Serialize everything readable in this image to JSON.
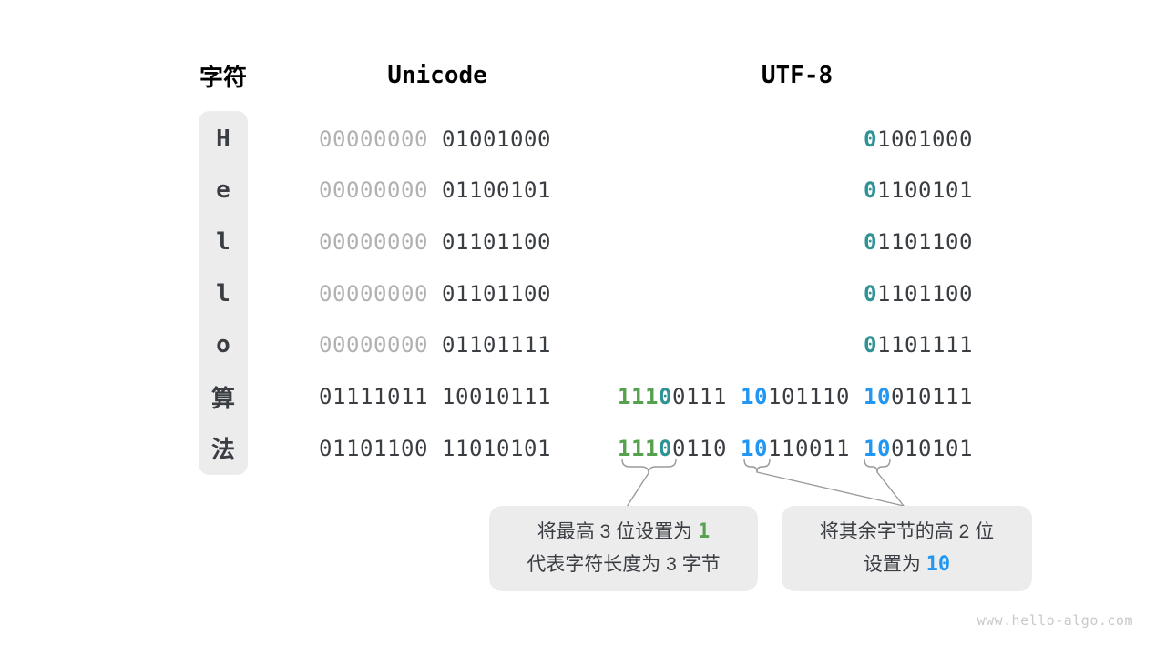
{
  "colors": {
    "dark": "#3a3d42",
    "gray": "#b1b1b1",
    "green": "#55a14e",
    "teal": "#2f9294",
    "blue": "#2196f3",
    "box_bg": "#ececec",
    "line": "#9a9a9a",
    "watermark": "#c9c9c9"
  },
  "header": {
    "char": "字符",
    "unicode": "Unicode",
    "utf8": "UTF-8"
  },
  "rows": [
    {
      "char": "H",
      "unicode": [
        {
          "t": "00000000",
          "c": "gray"
        },
        {
          "t": " 01001000",
          "c": "dark"
        }
      ],
      "utf8": [
        {
          "t": "0",
          "c": "teal"
        },
        {
          "t": "1001000",
          "c": "dark"
        }
      ]
    },
    {
      "char": "e",
      "unicode": [
        {
          "t": "00000000",
          "c": "gray"
        },
        {
          "t": " 01100101",
          "c": "dark"
        }
      ],
      "utf8": [
        {
          "t": "0",
          "c": "teal"
        },
        {
          "t": "1100101",
          "c": "dark"
        }
      ]
    },
    {
      "char": "l",
      "unicode": [
        {
          "t": "00000000",
          "c": "gray"
        },
        {
          "t": " 01101100",
          "c": "dark"
        }
      ],
      "utf8": [
        {
          "t": "0",
          "c": "teal"
        },
        {
          "t": "1101100",
          "c": "dark"
        }
      ]
    },
    {
      "char": "l",
      "unicode": [
        {
          "t": "00000000",
          "c": "gray"
        },
        {
          "t": " 01101100",
          "c": "dark"
        }
      ],
      "utf8": [
        {
          "t": "0",
          "c": "teal"
        },
        {
          "t": "1101100",
          "c": "dark"
        }
      ]
    },
    {
      "char": "o",
      "unicode": [
        {
          "t": "00000000",
          "c": "gray"
        },
        {
          "t": " 01101111",
          "c": "dark"
        }
      ],
      "utf8": [
        {
          "t": "0",
          "c": "teal"
        },
        {
          "t": "1101111",
          "c": "dark"
        }
      ]
    },
    {
      "char": "算",
      "unicode": [
        {
          "t": "01111011 10010111",
          "c": "dark"
        }
      ],
      "utf8": [
        {
          "t": "111",
          "c": "green"
        },
        {
          "t": "0",
          "c": "teal"
        },
        {
          "t": "0111 ",
          "c": "dark"
        },
        {
          "t": "10",
          "c": "blue"
        },
        {
          "t": "101110 ",
          "c": "dark"
        },
        {
          "t": "10",
          "c": "blue"
        },
        {
          "t": "010111",
          "c": "dark"
        }
      ]
    },
    {
      "char": "法",
      "unicode": [
        {
          "t": "01101100 11010101",
          "c": "dark"
        }
      ],
      "utf8": [
        {
          "t": "111",
          "c": "green"
        },
        {
          "t": "0",
          "c": "teal"
        },
        {
          "t": "0110 ",
          "c": "dark"
        },
        {
          "t": "10",
          "c": "blue"
        },
        {
          "t": "110011 ",
          "c": "dark"
        },
        {
          "t": "10",
          "c": "blue"
        },
        {
          "t": "010101",
          "c": "dark"
        }
      ]
    }
  ],
  "callouts": {
    "left": {
      "lines": [
        [
          {
            "t": "将最高 3 位设置为 ",
            "c": "dark"
          },
          {
            "t": "1",
            "c": "green"
          }
        ],
        [
          {
            "t": "代表字符长度为 3 字节",
            "c": "dark"
          }
        ]
      ]
    },
    "right": {
      "lines": [
        [
          {
            "t": "将其余字节的高 2 位",
            "c": "dark"
          }
        ],
        [
          {
            "t": "设置为 ",
            "c": "dark"
          },
          {
            "t": "10",
            "c": "blue"
          }
        ]
      ]
    }
  },
  "watermark": "www.hello-algo.com"
}
